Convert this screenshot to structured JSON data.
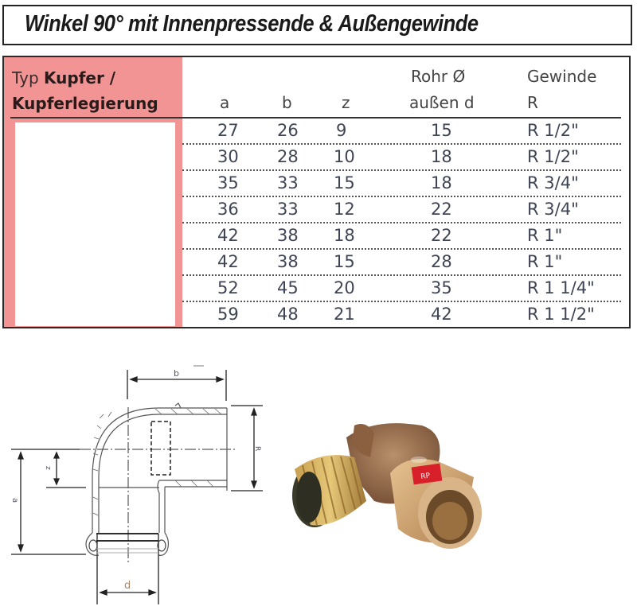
{
  "title": "Winkel 90° mit Innenpressende & Außengewinde",
  "table": {
    "type_header_prefix": "Typ ",
    "type_header_bold_1": "Kupfer /",
    "type_header_bold_2": "Kupferlegierung",
    "columns": {
      "a": "a",
      "b": "b",
      "z": "z",
      "d_line1": "Rohr Ø",
      "d_line2": "außen d",
      "r_line1": "Gewinde",
      "r_line2": "R"
    },
    "rows": [
      {
        "a": "27",
        "b": "26",
        "z": "9",
        "d": "15",
        "r": "R 1/2\""
      },
      {
        "a": "30",
        "b": "28",
        "z": "10",
        "d": "18",
        "r": "R 1/2\""
      },
      {
        "a": "35",
        "b": "33",
        "z": "15",
        "d": "18",
        "r": "R 3/4\""
      },
      {
        "a": "36",
        "b": "33",
        "z": "12",
        "d": "22",
        "r": "R 3/4\""
      },
      {
        "a": "42",
        "b": "38",
        "z": "18",
        "d": "22",
        "r": "R 1\""
      },
      {
        "a": "42",
        "b": "38",
        "z": "15",
        "d": "28",
        "r": "R 1\""
      },
      {
        "a": "52",
        "b": "45",
        "z": "20",
        "d": "35",
        "r": "R 1 1/4\""
      },
      {
        "a": "59",
        "b": "48",
        "z": "21",
        "d": "42",
        "r": "R 1 1/2\""
      }
    ]
  },
  "diagram": {
    "labels": {
      "b": "b",
      "R": "R",
      "z": "z",
      "a": "a",
      "d": "d"
    }
  },
  "photo": {
    "description": "bronze 90° elbow fitting with male thread and press end",
    "marking": "RP"
  },
  "colors": {
    "type_column_bg": "#f29494",
    "border": "#222222",
    "text": "#3f4555",
    "bronze": "#a07850",
    "marking_red": "#d8202a"
  }
}
